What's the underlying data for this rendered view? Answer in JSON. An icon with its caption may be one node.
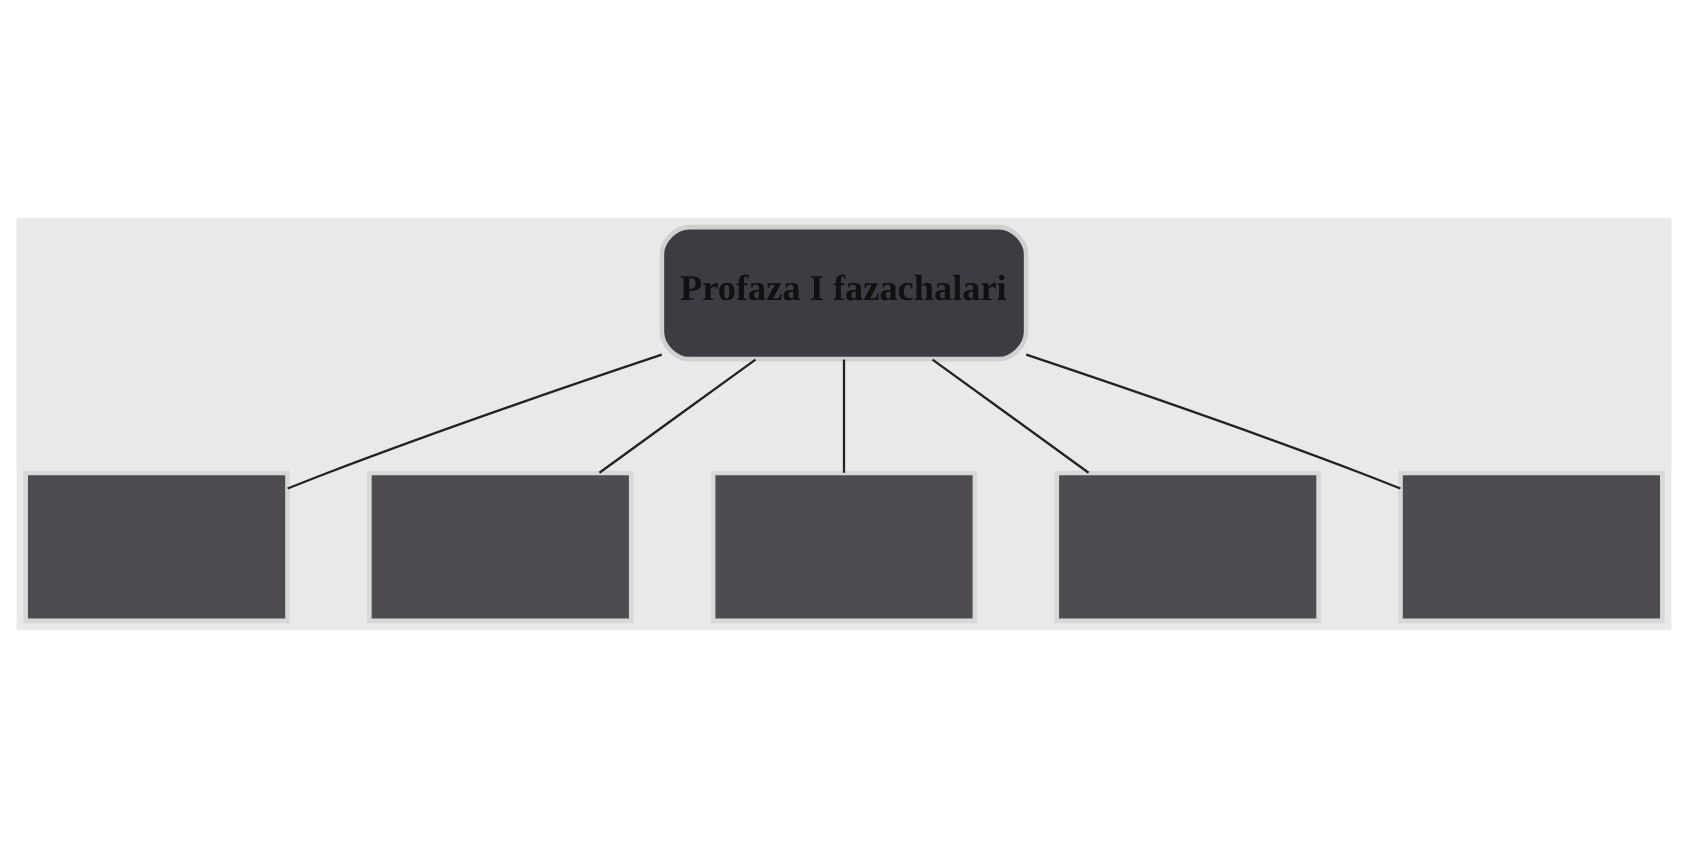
{
  "diagram": {
    "nodes": [
      {
        "text": [
          "Profaza I fazachalari"
        ]
      },
      {
        "text": [],
        "shape": "box"
      },
      {
        "text": [],
        "shape": "box"
      },
      {
        "text": [],
        "shape": "box"
      },
      {
        "text": [],
        "shape": "box"
      },
      {
        "text": [],
        "shape": "box"
      }
    ],
    "edges": [
      {
        "from": 0,
        "to": 1,
        "arrow": "none"
      },
      {
        "from": 0,
        "to": 2,
        "arrow": "none"
      },
      {
        "from": 0,
        "to": 3,
        "arrow": "none"
      },
      {
        "from": 0,
        "to": 4,
        "arrow": "none"
      },
      {
        "from": 0,
        "to": 5,
        "arrow": "none"
      }
    ]
  }
}
